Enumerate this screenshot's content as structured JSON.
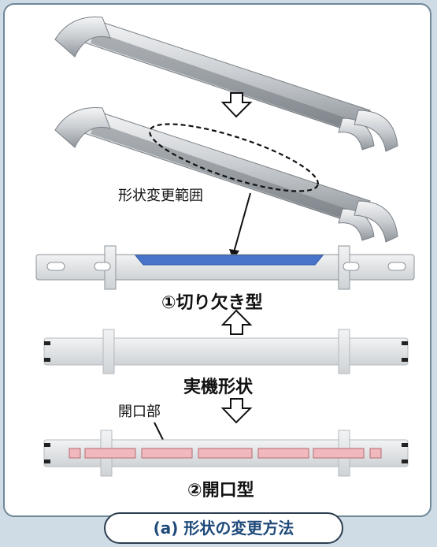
{
  "labels": {
    "shape_change_range": "形状変更範囲",
    "type1": "①切り欠き型",
    "actual_shape": "実機形状",
    "opening": "開口部",
    "type2": "②開口型"
  },
  "caption": "(a) 形状の変更方法",
  "colors": {
    "background": "#cfdce6",
    "panel_border": "#6f8797",
    "caption_text": "#1f4a7a",
    "cutout_blue": "#4a74c9",
    "opening_pink": "#f1b8bd",
    "metal_light": "#e4e6e8",
    "metal_dark": "#9aa0a6"
  },
  "icons": {
    "arrow_down": "hollow-down-arrow",
    "arrow_up": "hollow-up-arrow"
  }
}
